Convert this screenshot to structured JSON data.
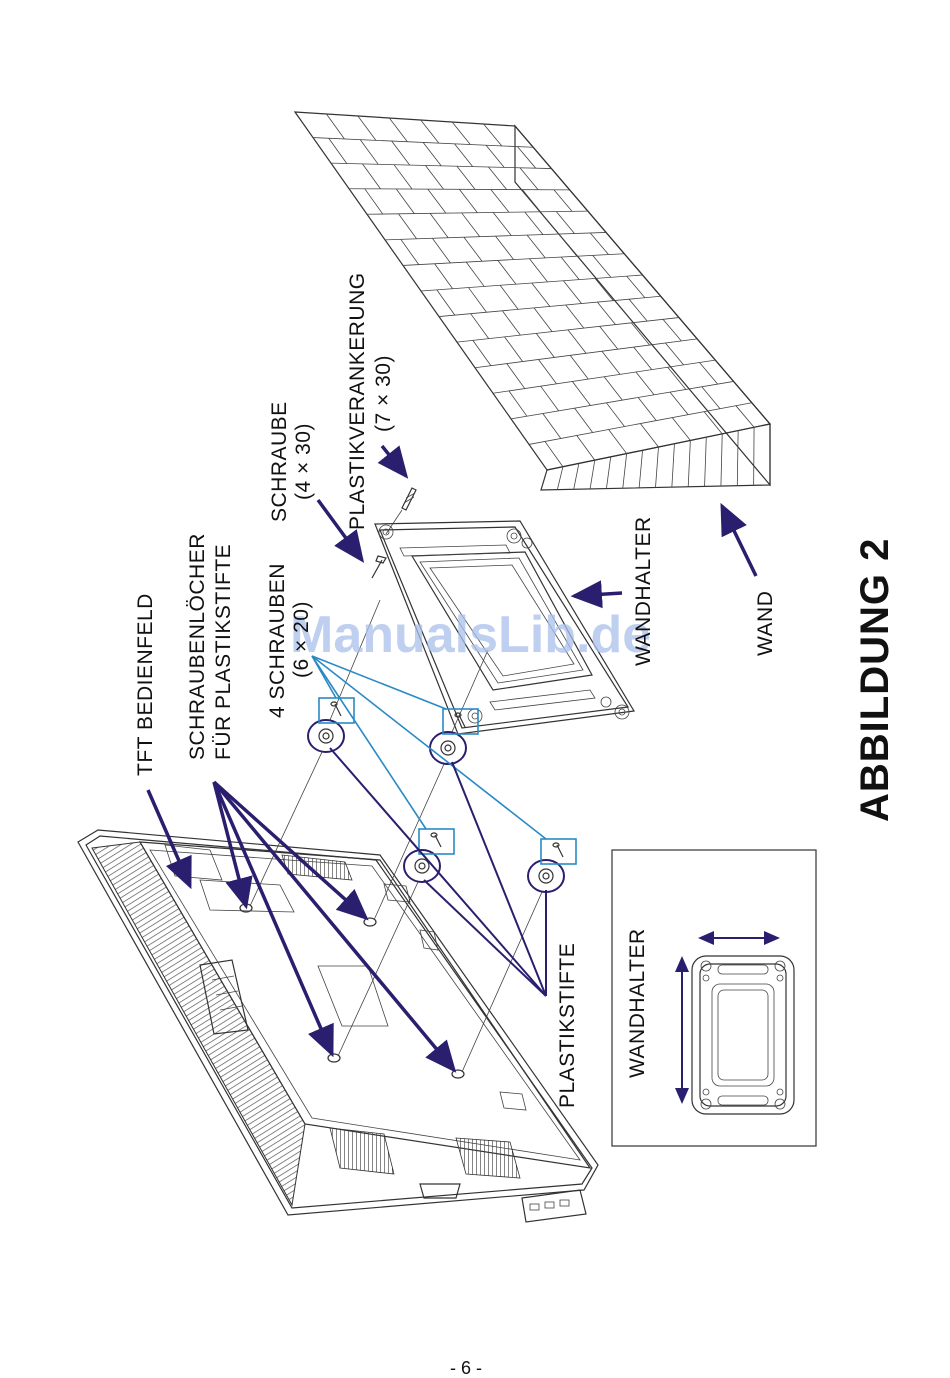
{
  "figure": {
    "title": "ABBILDUNG 2",
    "page_number": "- 6 -",
    "watermark": "ManualsLib.de"
  },
  "labels": {
    "tft_panel": "TFT BEDIENFELD",
    "screw_holes_line1": "SCHRAUBENLÖCHER",
    "screw_holes_line2": "FÜR PLASTIKSTIFTE",
    "four_screws_line1": "4 SCHRAUBEN",
    "four_screws_line2": "(6 × 20)",
    "screw_line1": "SCHRAUBE",
    "screw_line2": "(4 × 30)",
    "anchor_line1": "PLASTIKVERANKERUNG",
    "anchor_line2": "(7 × 30)",
    "wall_bracket": "WANDHALTER",
    "wall": "WAND",
    "plastic_pins": "PLASTIKSTIFTE",
    "inset_wall_bracket": "WANDHALTER"
  },
  "colors": {
    "arrow": "#2a1f6e",
    "callout": "#2a8ac4",
    "watermark": "#aac0ec",
    "line": "#333333"
  }
}
